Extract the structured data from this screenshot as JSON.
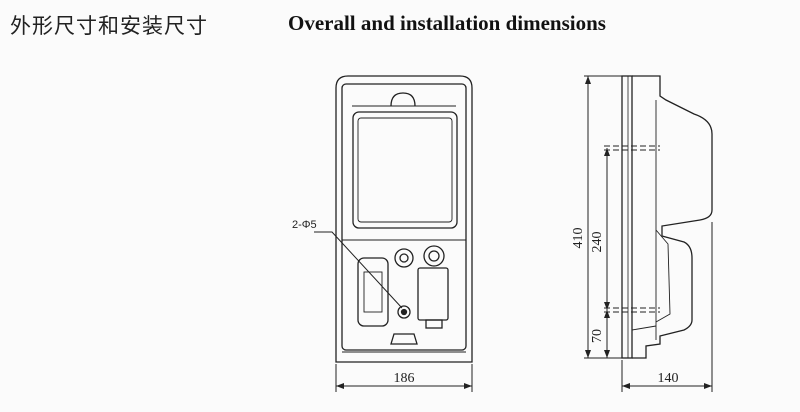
{
  "title": {
    "cn": "外形尺寸和安装尺寸",
    "en": "Overall and installation dimensions"
  },
  "front_view": {
    "width_label": "186",
    "hole_label": "2-Φ5"
  },
  "side_view": {
    "height_label": "410",
    "mount_spacing_label": "240",
    "bottom_offset_label": "70",
    "depth_label": "140"
  }
}
